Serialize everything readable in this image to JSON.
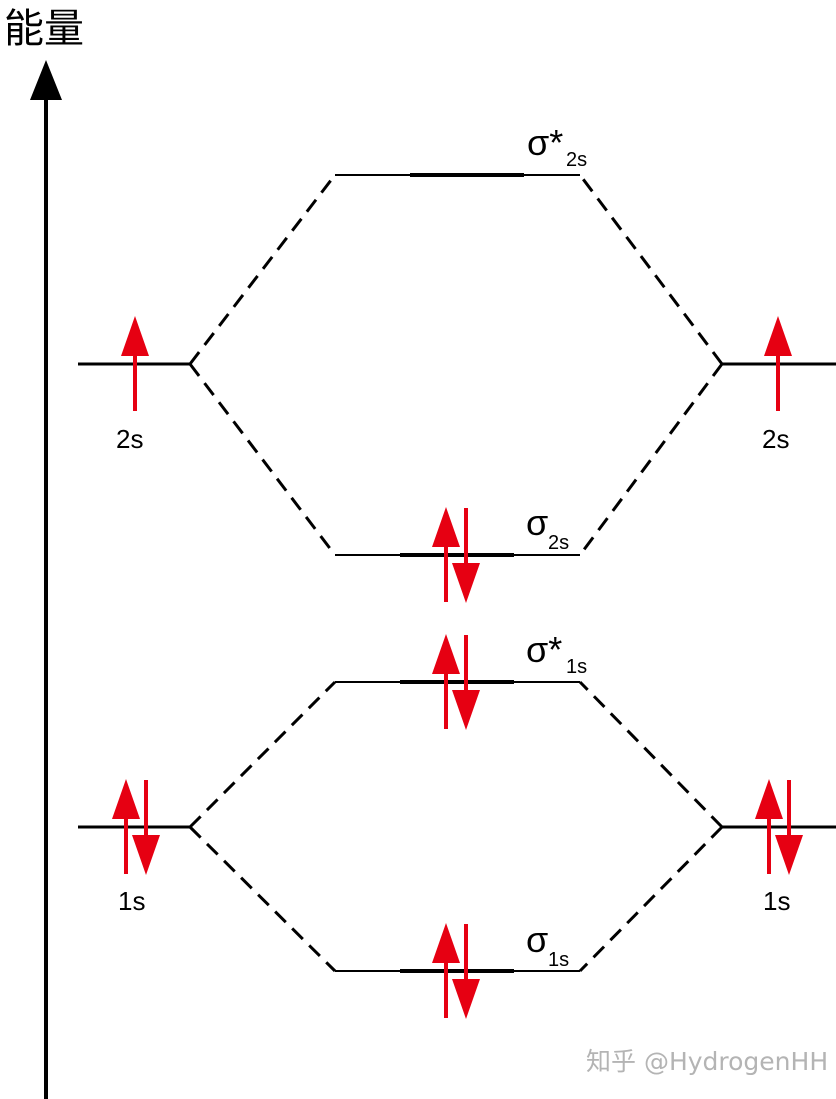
{
  "axis": {
    "title": "能量"
  },
  "atomic_orbitals": [
    {
      "id": "left-2s",
      "label": "2s",
      "electrons": 1
    },
    {
      "id": "right-2s",
      "label": "2s",
      "electrons": 1
    },
    {
      "id": "left-1s",
      "label": "1s",
      "electrons": 2
    },
    {
      "id": "right-1s",
      "label": "1s",
      "electrons": 2
    }
  ],
  "molecular_orbitals": [
    {
      "id": "sigma-star-2s",
      "symbol": "σ*",
      "subscript": "2s",
      "electrons": 0
    },
    {
      "id": "sigma-2s",
      "symbol": "σ",
      "subscript": "2s",
      "electrons": 2
    },
    {
      "id": "sigma-star-1s",
      "symbol": "σ*",
      "subscript": "1s",
      "electrons": 2
    },
    {
      "id": "sigma-1s",
      "symbol": "σ",
      "subscript": "1s",
      "electrons": 2
    }
  ],
  "colors": {
    "electron": "#e60012",
    "lines": "#000000",
    "watermark": "#b4b4b4"
  },
  "watermark": "知乎 @HydrogenHH"
}
